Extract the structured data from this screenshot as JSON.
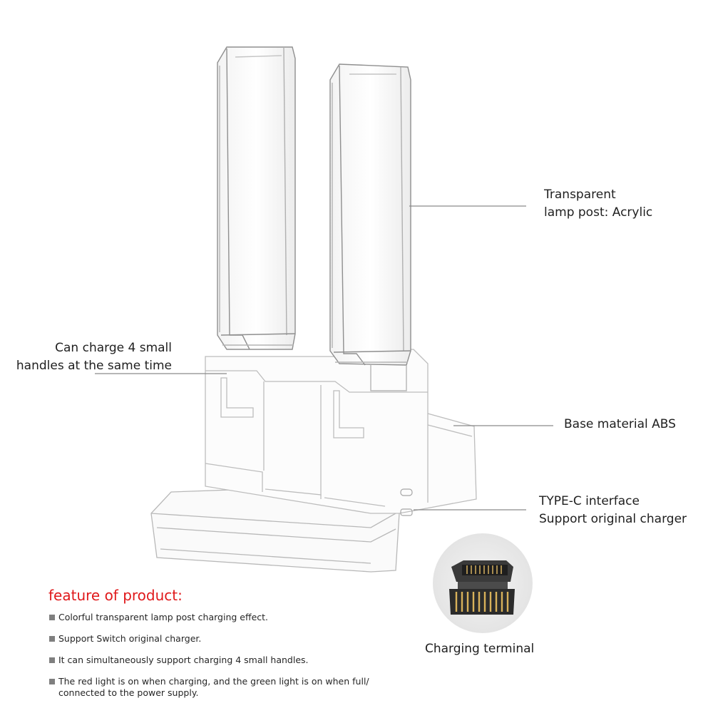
{
  "callouts": {
    "lamp_post": [
      "Transparent",
      "lamp post: Acrylic"
    ],
    "charge_handles": [
      "Can charge 4 small",
      "handles at the same time"
    ],
    "base_material": "Base material ABS",
    "type_c": [
      "TYPE-C interface",
      "Support original charger"
    ]
  },
  "features": {
    "title": "feature of product:",
    "items": [
      "Colorful transparent lamp post charging effect.",
      "Support Switch original charger.",
      "It can simultaneously support charging 4 small handles."
    ],
    "last_item": [
      "The red light is on when charging, and the green light is on when full/",
      "connected to the power supply."
    ]
  },
  "terminal": {
    "caption": "Charging terminal"
  },
  "colors": {
    "feature_title": "#e0191b",
    "callout_line": "#8a8a8a",
    "bullet": "#7f7f7f"
  }
}
